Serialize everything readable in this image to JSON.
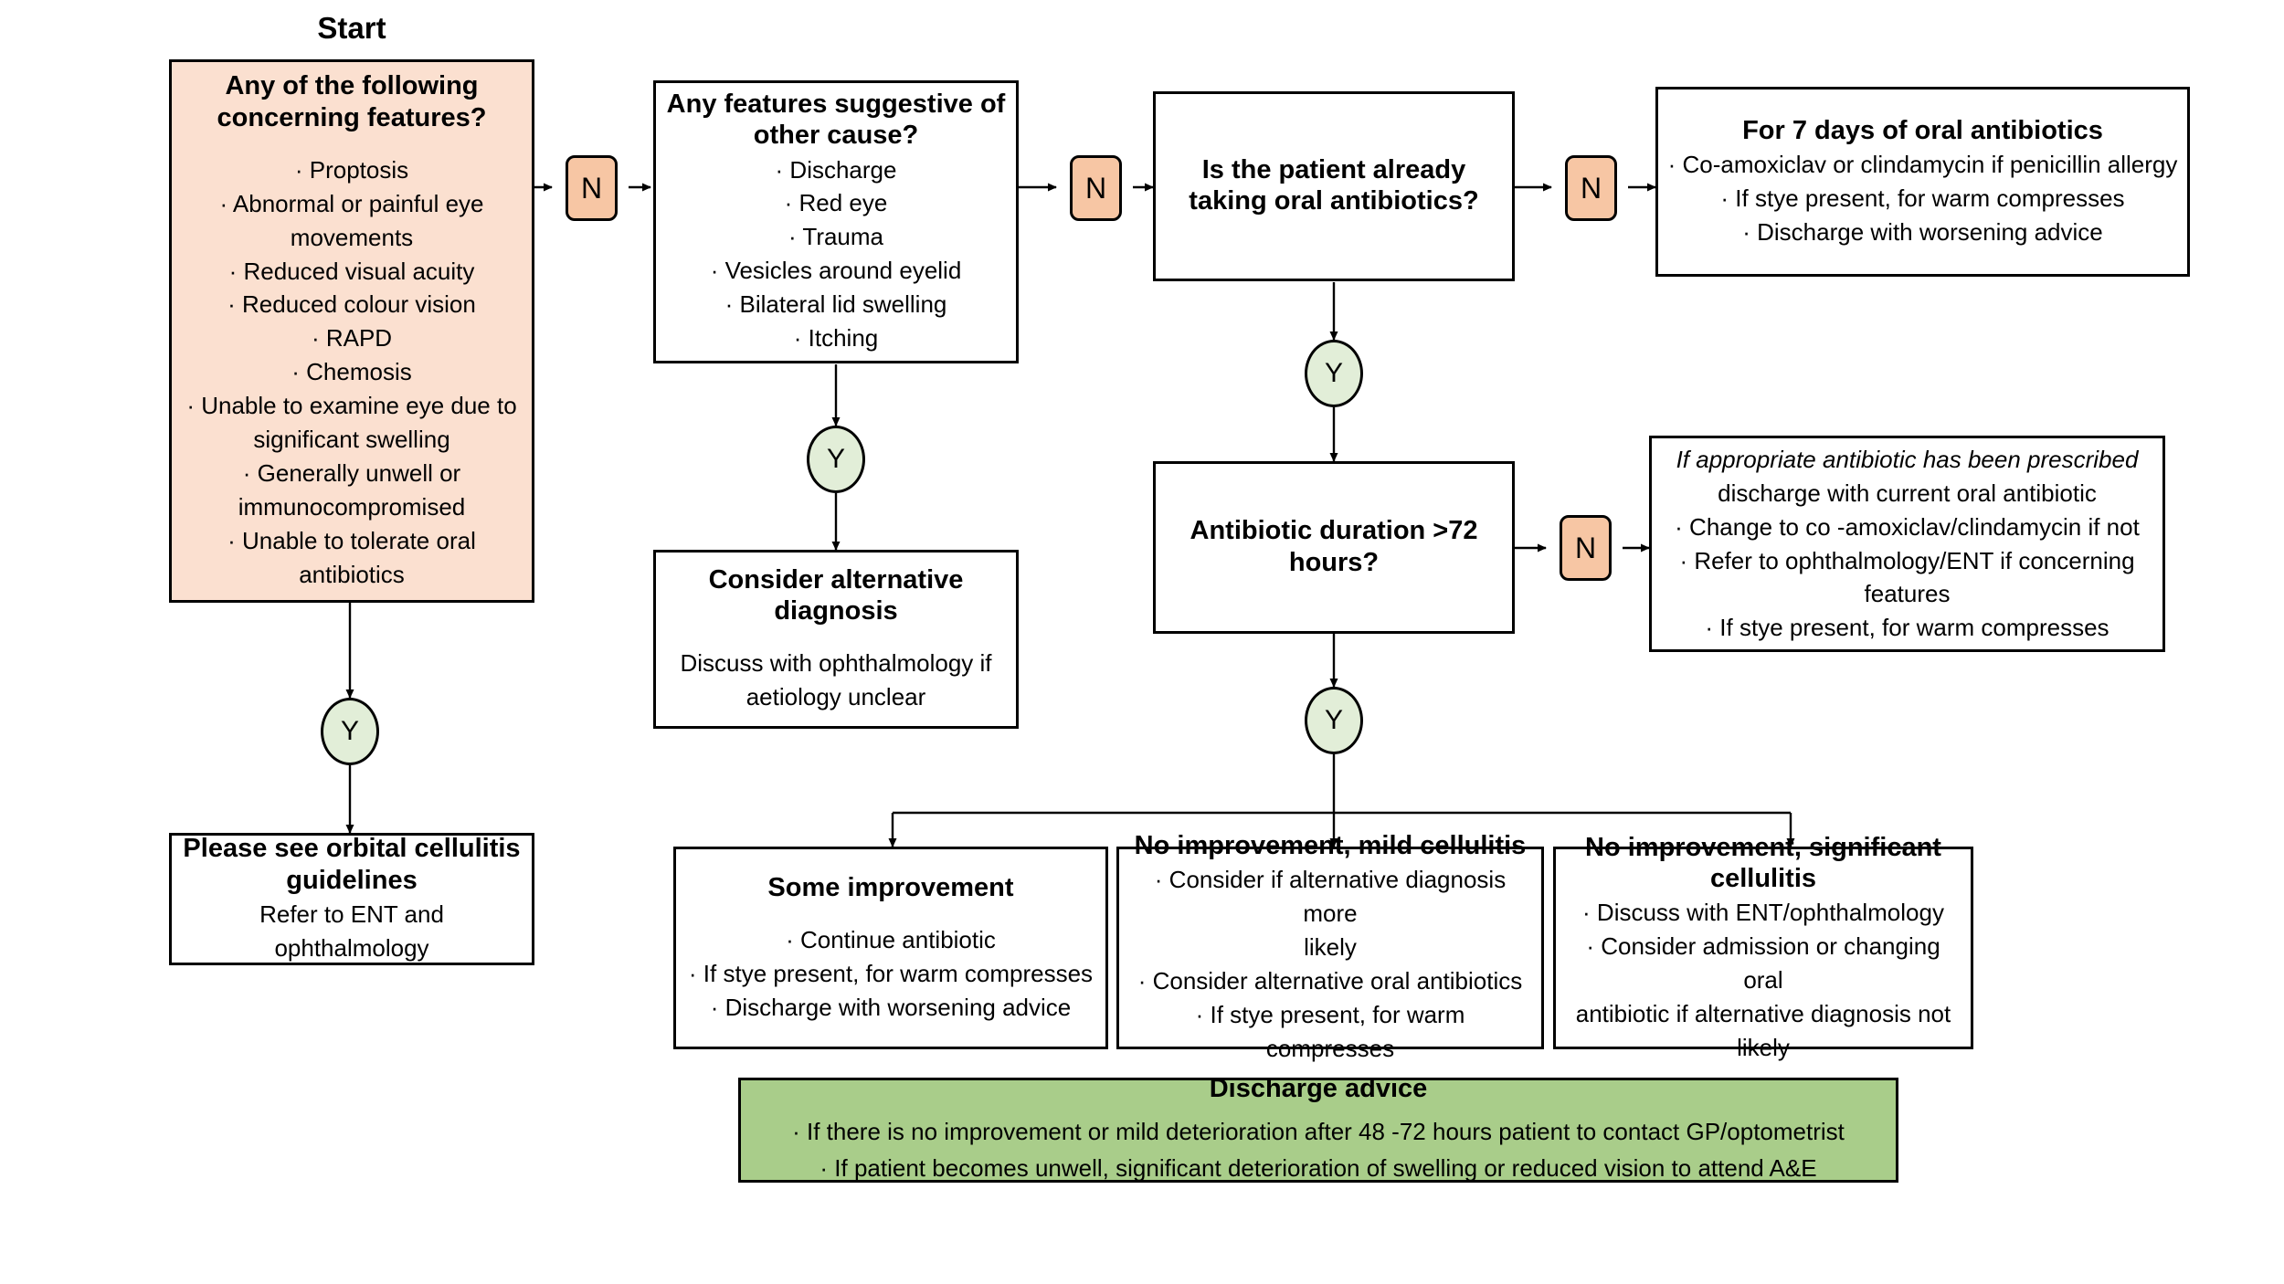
{
  "diagram": {
    "start_label": "Start",
    "colors": {
      "start_box_fill": "#fbe0d0",
      "decision_no_fill": "#f7c6a4",
      "decision_yes_fill": "#e2eed8",
      "discharge_fill": "#a9cd8a",
      "stroke": "#000000",
      "background": "#ffffff"
    },
    "markers": {
      "no": "N",
      "yes": "Y"
    }
  },
  "nodes": {
    "concerning_features": {
      "title": "Any of the following concerning features?",
      "title_lines": [
        "Any of the following",
        "concerning features?"
      ],
      "items": [
        "· Proptosis",
        "· Abnormal or painful eye",
        "movements",
        "· Reduced visual acuity",
        "· Reduced colour vision",
        "· RAPD",
        "· Chemosis",
        "· Unable to examine eye due to",
        "significant swelling",
        "· Generally unwell or",
        "immunocompromised",
        "· Unable to tolerate oral",
        "antibiotics"
      ]
    },
    "other_cause": {
      "title_lines": [
        "Any features suggestive of",
        "other cause?"
      ],
      "items": [
        "· Discharge",
        "· Red eye",
        "· Trauma",
        "· Vesicles around eyelid",
        "· Bilateral lid swelling",
        "· Itching"
      ]
    },
    "already_taking": {
      "title_lines": [
        "Is the patient already",
        "taking oral antibiotics?"
      ]
    },
    "seven_days": {
      "title_lines": [
        "For 7 days of oral antibiotics"
      ],
      "items": [
        "· Co-amoxiclav or clindamycin if penicillin allergy",
        "· If stye present, for warm compresses",
        "· Discharge with worsening advice"
      ]
    },
    "duration_72": {
      "title_lines": [
        "Antibiotic duration >72",
        "hours?"
      ]
    },
    "appropriate_antibiotic": {
      "items": [
        "If appropriate antibiotic has been prescribed",
        "discharge with current oral antibiotic",
        "· Change to co -amoxiclav/clindamycin if not",
        "· Refer to ophthalmology/ENT if concerning",
        "features",
        "· If stye present, for warm compresses"
      ],
      "italic_first": true
    },
    "alternative_diagnosis": {
      "title_lines": [
        "Consider alternative",
        "diagnosis"
      ],
      "items": [
        "Discuss with ophthalmology if",
        "aetiology unclear"
      ]
    },
    "orbital_cellulitis": {
      "title_lines": [
        "Please see orbital cellulitis",
        "guidelines"
      ],
      "items": [
        "Refer to ENT and ophthalmology"
      ]
    },
    "some_improvement": {
      "title_lines": [
        "Some improvement"
      ],
      "items": [
        "· Continue antibiotic",
        "· If stye present, for warm compresses",
        "· Discharge with  worsening  advice"
      ]
    },
    "no_improvement_mild": {
      "title_lines": [
        "No improvement, mild cellulitis"
      ],
      "items": [
        "· Consider if alternative diagnosis more",
        "likely",
        "· Consider alternative oral antibiotics",
        "· If stye present, for warm compresses"
      ]
    },
    "no_improvement_significant": {
      "title_lines": [
        "No improvement, significant",
        "cellulitis"
      ],
      "items": [
        "· Discuss with ENT/ophthalmology",
        "· Consider admission or changing oral",
        "antibiotic if alternative diagnosis not",
        "likely"
      ]
    },
    "discharge_advice": {
      "title": "Discharge advice",
      "items": [
        "·  If there is no improvement or mild deterioration after 48   -72 hours  patient  to contact GP/optometrist",
        "·  If patient  becomes unwell,  significant  deterioration  of swelling or reduced vision to attend A&E"
      ]
    }
  },
  "edges": {
    "n1": "N",
    "n2": "N",
    "n3": "N",
    "n4": "N",
    "y1": "Y",
    "y2": "Y",
    "y3": "Y",
    "y4": "Y"
  }
}
